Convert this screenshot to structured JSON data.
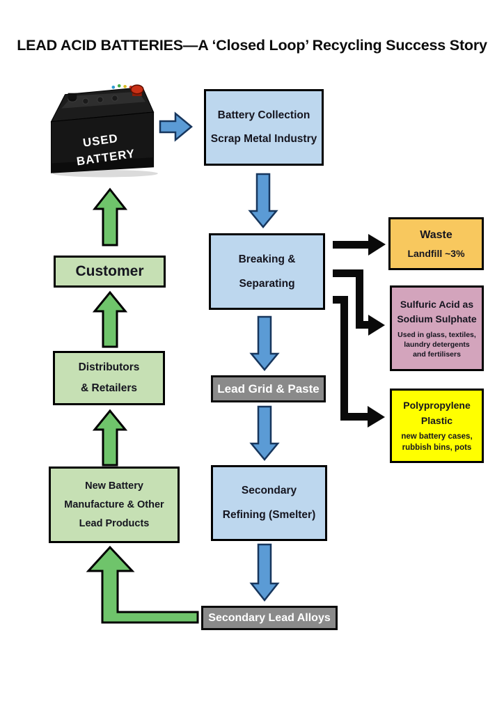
{
  "title": "LEAD ACID BATTERIES—A ‘Closed Loop’ Recycling Success Story",
  "battery": {
    "line1": "USED",
    "line2": "BATTERY"
  },
  "flow": {
    "battery_collection": {
      "title": "Battery Collection",
      "subtitle": "Scrap Metal Industry"
    },
    "breaking_separating": {
      "line1": "Breaking &",
      "line2": "Separating"
    },
    "lead_grid_paste": {
      "label": "Lead Grid & Paste"
    },
    "secondary_refining": {
      "line1": "Secondary",
      "line2": "Refining (Smelter)"
    },
    "secondary_lead_alloys": {
      "label": "Secondary Lead Alloys"
    },
    "customer": {
      "label": "Customer"
    },
    "distributors": {
      "line1": "Distributors",
      "line2": "& Retailers"
    },
    "new_battery": {
      "line1": "New Battery",
      "line2": "Manufacture & Other",
      "line3": "Lead Products"
    }
  },
  "outputs": {
    "waste": {
      "title": "Waste",
      "subtitle": "Landfill ~3%"
    },
    "sulfuric": {
      "line1": "Sulfuric Acid as",
      "line2": "Sodium Sulphate",
      "note1": "Used in glass, textiles,",
      "note2": "laundry detergents",
      "note3": "and fertilisers"
    },
    "polypropylene": {
      "line1": "Polypropylene",
      "line2": "Plastic",
      "note1": "new battery cases,",
      "note2": "rubbish bins, pots"
    }
  },
  "colors": {
    "box_blue": "#bdd7ee",
    "box_green": "#c6e0b4",
    "box_amber": "#f8c85e",
    "box_pink": "#d3a4bc",
    "box_yellow": "#ffff00",
    "box_gray": "#8a8a8a",
    "blue_arrow": "#5b9bd5",
    "blue_arrow_border": "#17365d",
    "green_arrow": "#6fc46b",
    "green_arrow_border": "#000000",
    "black_arrow": "#0a0a0a"
  }
}
